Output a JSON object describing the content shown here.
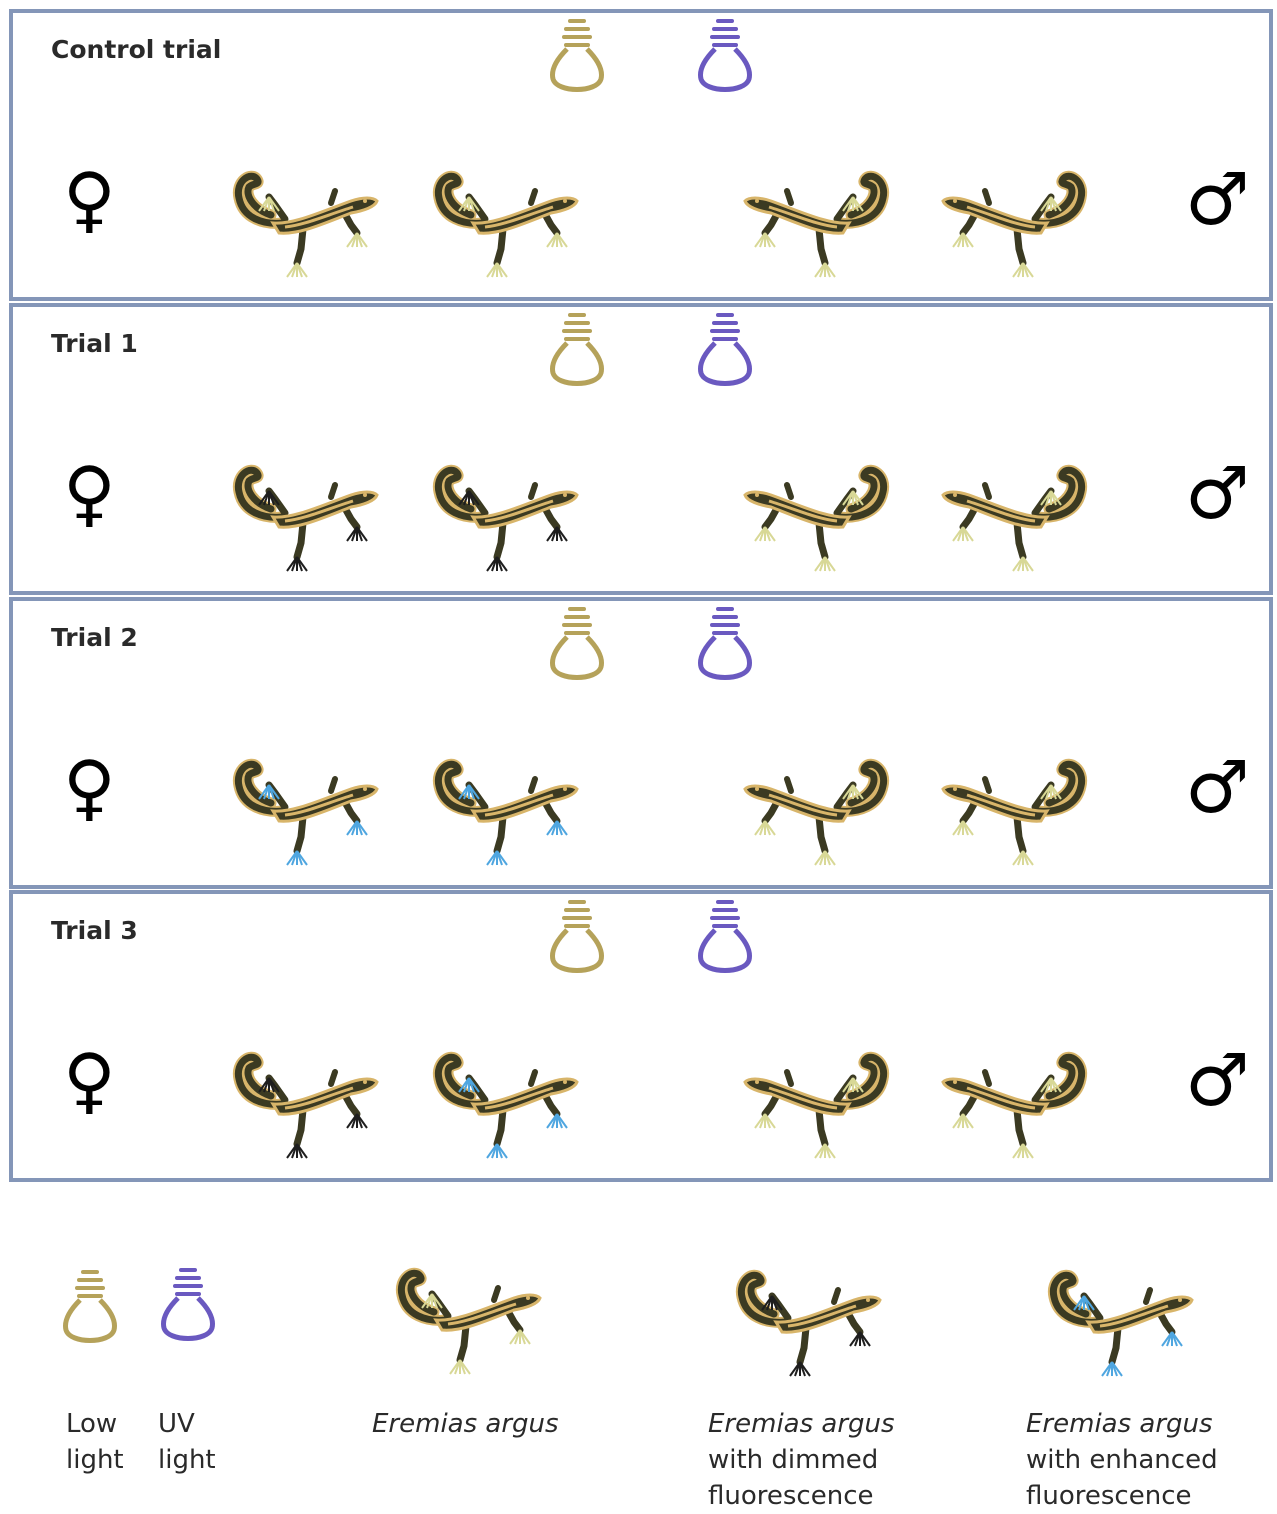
{
  "panels": [
    {
      "title": "Control trial",
      "female_symbol": "♀",
      "male_symbol": "♂",
      "female_side": [
        "normal",
        "normal"
      ],
      "male_side": [
        "normal",
        "normal"
      ]
    },
    {
      "title": "Trial 1",
      "female_symbol": "♀",
      "male_symbol": "♂",
      "female_side": [
        "dimmed",
        "dimmed"
      ],
      "male_side": [
        "normal",
        "normal"
      ]
    },
    {
      "title": "Trial 2",
      "female_symbol": "♀",
      "male_symbol": "♂",
      "female_side": [
        "enhanced",
        "enhanced"
      ],
      "male_side": [
        "normal",
        "normal"
      ]
    },
    {
      "title": "Trial 3",
      "female_symbol": "♀",
      "male_symbol": "♂",
      "female_side": [
        "dimmed",
        "enhanced"
      ],
      "male_side": [
        "normal",
        "normal"
      ]
    }
  ],
  "legend": {
    "low_light": [
      "Low",
      "light"
    ],
    "uv_light": [
      "UV",
      "light"
    ],
    "normal": [
      "Eremias argus"
    ],
    "dimmed": [
      "Eremias argus",
      "with dimmed",
      "fluorescence"
    ],
    "enhanced": [
      "Eremias argus",
      "with enhanced",
      "fluorescence"
    ]
  },
  "colors": {
    "panel_border": "#8496b8",
    "low_light_bulb": "#b5a25a",
    "uv_light_bulb": "#6a59c0",
    "lizard_body": "#3b3a22",
    "lizard_stripe": "#d8b56a",
    "fluorescence_normal": "#d8d896",
    "fluorescence_dimmed": "#1e1e1e",
    "fluorescence_enhanced": "#4fa6e0"
  },
  "icons": {
    "low_light": "light-bulb-icon",
    "uv_light": "uv-light-bulb-icon",
    "female": "female-symbol-icon",
    "male": "male-symbol-icon"
  }
}
